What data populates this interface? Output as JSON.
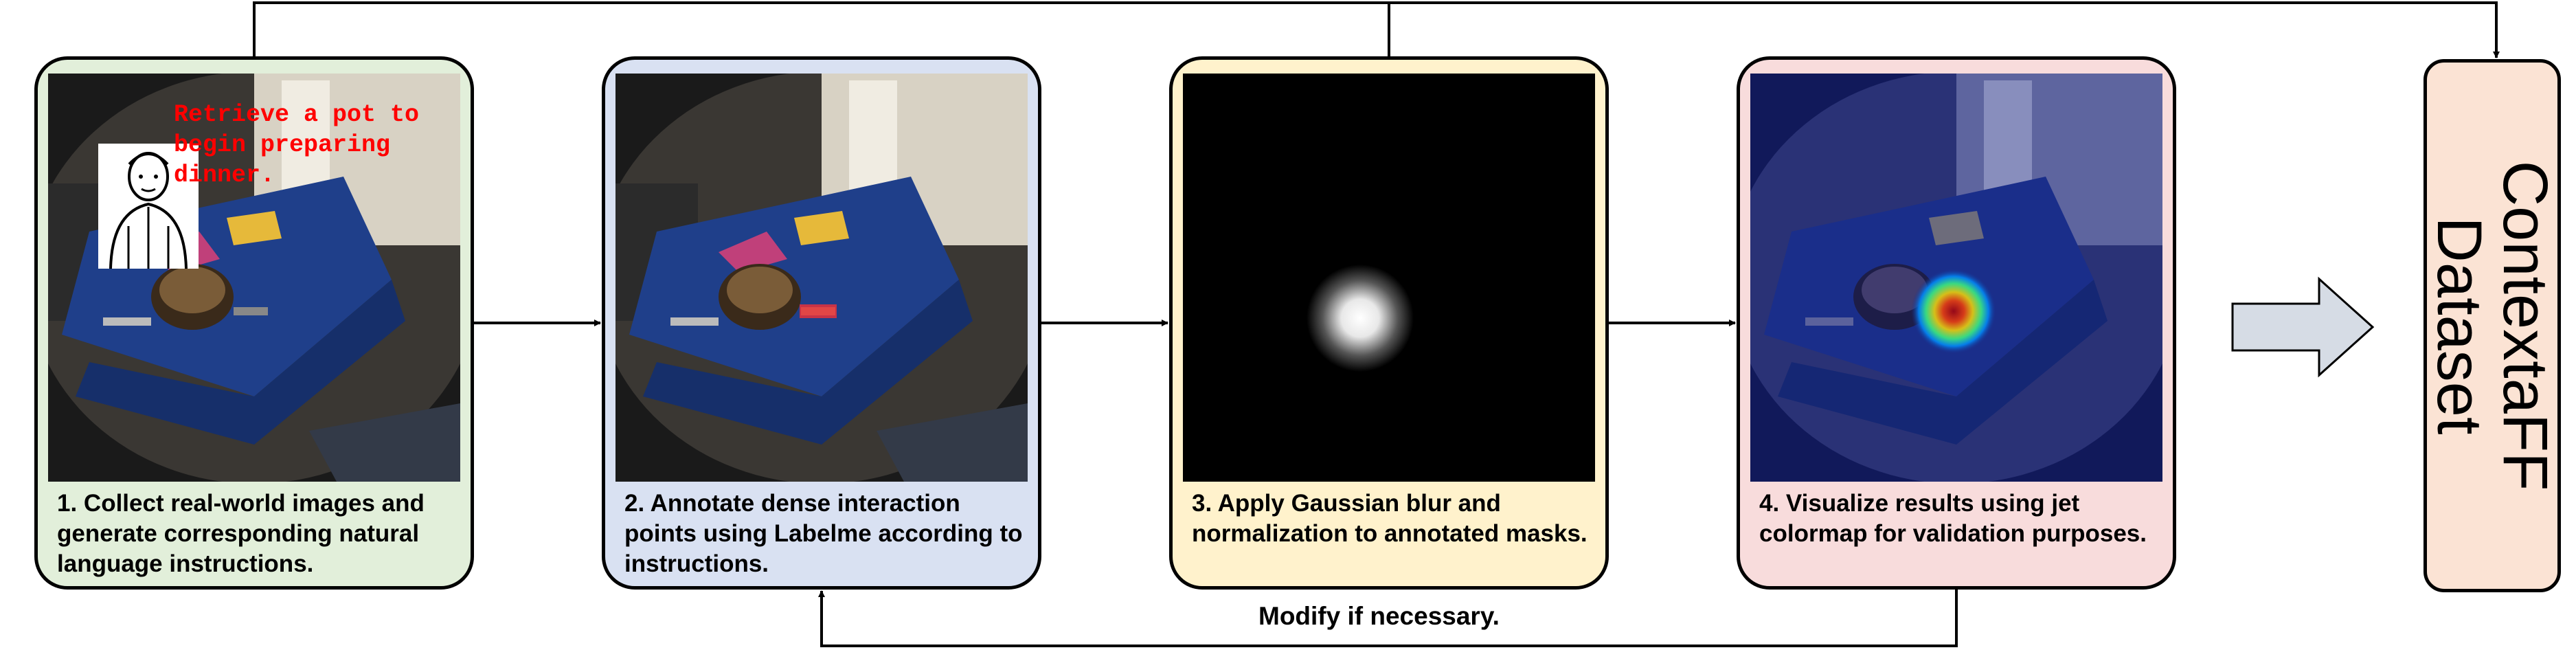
{
  "stages": [
    {
      "caption": "1. Collect real-world images and generate corresponding natural language instructions.",
      "color": "#e2efda"
    },
    {
      "caption": "2. Annotate dense interaction points using Labelme according to instructions.",
      "color": "#d9e1f2"
    },
    {
      "caption": "3. Apply Gaussian blur and normalization to annotated masks.",
      "color": "#fff2cc"
    },
    {
      "caption": "4. Visualize results using jet colormap for validation purposes.",
      "color": "#f8dcdc"
    }
  ],
  "instruction": "Retrieve a pot to\nbegin preparing\ndinner.",
  "feedback": "Modify if necessary.",
  "dataset": "ContextaFF\nDataset",
  "colors": {
    "instruction_text": "#ff0000",
    "dataset_box": "#fbe3d4",
    "overlay_tint": "#1a2a8c",
    "big_arrow_fill": "#d6dce5"
  },
  "icons": [
    "person-sketch-icon",
    "pot-icon",
    "gaussian-blob-icon",
    "jet-heatmap-icon",
    "block-arrow-icon"
  ]
}
